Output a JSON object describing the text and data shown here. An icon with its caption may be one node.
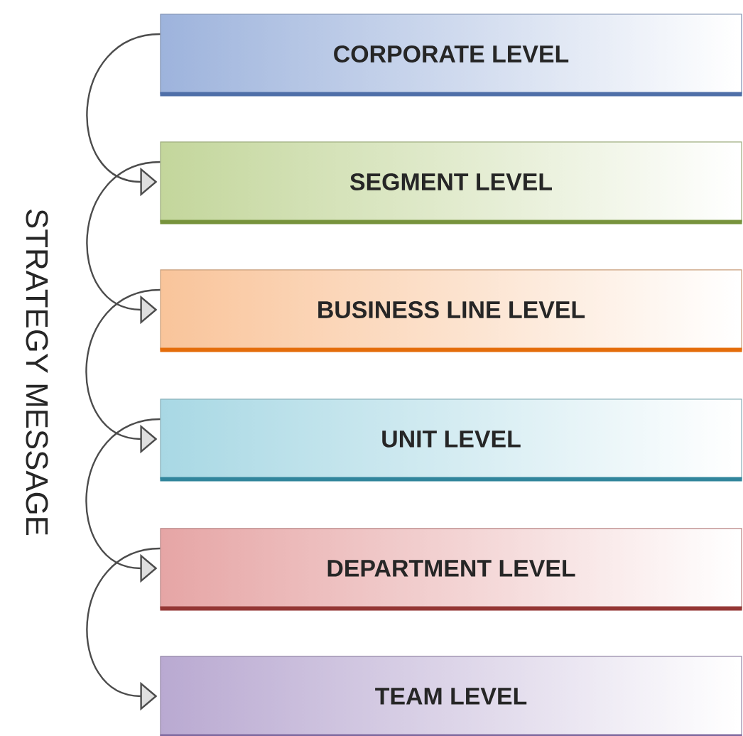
{
  "diagram": {
    "nodes": [
      {
        "text": [
          "CORPORATE LEVEL"
        ]
      },
      {
        "text": [
          "SEGMENT LEVEL"
        ]
      },
      {
        "text": [
          "BUSINESS LINE LEVEL"
        ]
      },
      {
        "text": [
          "UNIT LEVEL"
        ]
      },
      {
        "text": [
          "DEPARTMENT LEVEL"
        ]
      },
      {
        "text": [
          "TEAM LEVEL"
        ]
      }
    ],
    "edges": [
      {
        "from": 0,
        "to": 1,
        "arrow": "to"
      },
      {
        "from": 1,
        "to": 2,
        "arrow": "to"
      },
      {
        "from": 2,
        "to": 3,
        "arrow": "to"
      },
      {
        "from": 3,
        "to": 4,
        "arrow": "to"
      },
      {
        "from": 4,
        "to": 5,
        "arrow": "to"
      }
    ],
    "labels": [
      "STRATEGY MESSAGE"
    ]
  }
}
